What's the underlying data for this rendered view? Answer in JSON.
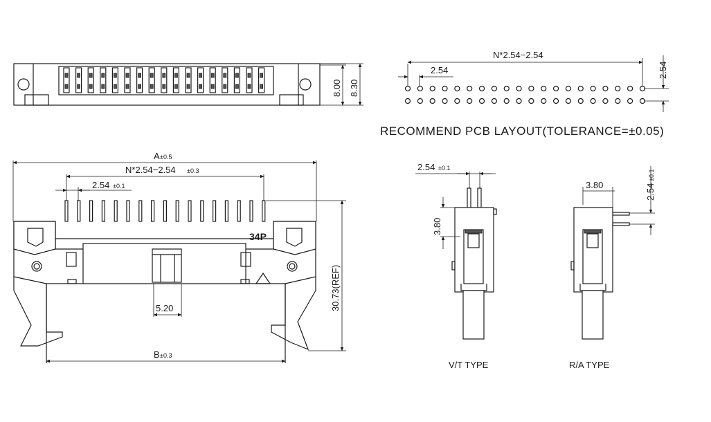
{
  "top_view": {
    "dim_height": "8.00",
    "dim_overall": "8.30"
  },
  "pcb_layout": {
    "dim_span": "N*2.54−2.54",
    "dim_pitch": "2.54",
    "dim_row": "2.54",
    "caption": "RECOMMEND  PCB  LAYOUT(TOLERANCE=±0.05)"
  },
  "front_view": {
    "dim_a": "A",
    "dim_a_tol": "±0.5",
    "dim_n": "N*2.54−2.54",
    "dim_n_tol": "±0.3",
    "dim_pitch": "2.54",
    "dim_pitch_tol": "±0.1",
    "marking": "34P",
    "dim_key": "5.20",
    "dim_height": "30.73(REF)",
    "dim_b": "B",
    "dim_b_tol": "±0.3"
  },
  "vt_view": {
    "dim_pitch": "2.54",
    "dim_pitch_tol": "±0.1",
    "dim_pin": "3.80",
    "caption": "V/T  TYPE"
  },
  "ra_view": {
    "dim_pin": "3.80",
    "dim_pitch": "2.54",
    "dim_pitch_tol": "±0.1",
    "caption": "R/A  TYPE"
  }
}
